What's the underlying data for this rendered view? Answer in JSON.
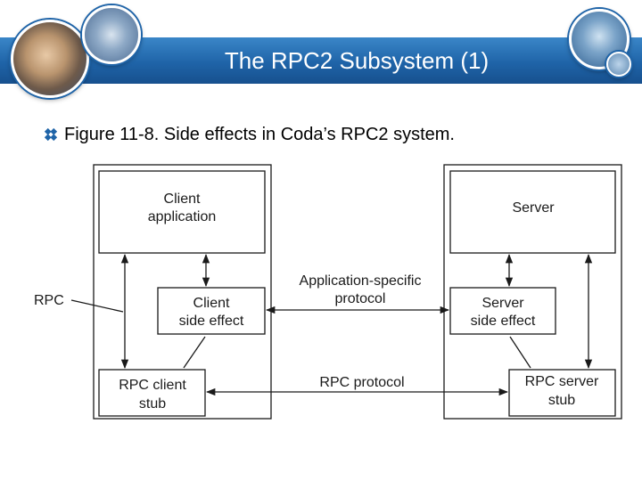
{
  "slide": {
    "title": "The RPC2 Subsystem (1)",
    "caption": "Figure 11-8. Side effects in Coda’s RPC2 system."
  },
  "diagram": {
    "client_application": [
      "Client",
      "application"
    ],
    "server": "Server",
    "client_side_effect": [
      "Client",
      "side effect"
    ],
    "server_side_effect": [
      "Server",
      "side effect"
    ],
    "rpc_client_stub": [
      "RPC client",
      "stub"
    ],
    "rpc_server_stub": [
      "RPC server",
      "stub"
    ],
    "app_protocol": [
      "Application-specific",
      "protocol"
    ],
    "rpc_protocol": "RPC protocol",
    "rpc_label": "RPC"
  },
  "colors": {
    "title_band": "#1f64a8",
    "title_text": "#ffffff",
    "bullet": "#1f64a8",
    "lines": "#1a1a1a"
  },
  "icons": {
    "bullet": "diamond-bullet-icon",
    "photos": [
      "business-people-photo",
      "office-photo",
      "worker-photo"
    ]
  }
}
